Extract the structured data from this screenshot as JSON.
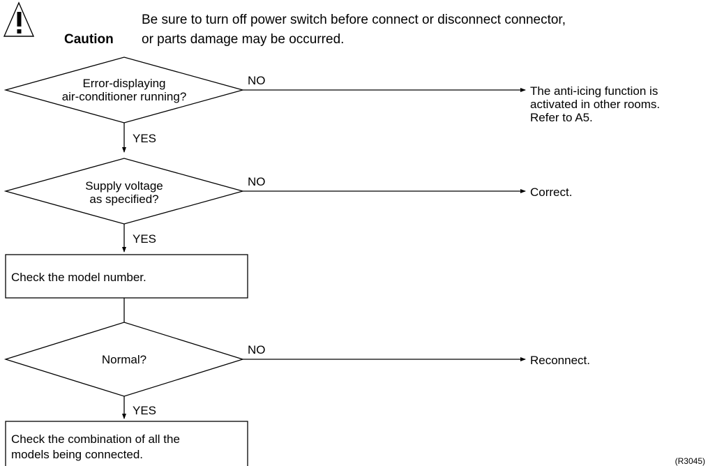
{
  "caution": {
    "label": "Caution",
    "icon": "warning-triangle-icon",
    "lines": [
      "Be sure to turn off power switch before connect or disconnect connector,",
      "or parts damage may be occurred."
    ]
  },
  "decisions": [
    {
      "lines": [
        "Error-displaying",
        "air-conditioner running?"
      ],
      "no_label": "NO",
      "yes_label": "YES",
      "no_result": [
        "The anti-icing function is",
        "activated in other rooms.",
        "Refer to A5."
      ]
    },
    {
      "lines": [
        "Supply voltage",
        "as specified?"
      ],
      "no_label": "NO",
      "yes_label": "YES",
      "no_result": [
        "Correct."
      ]
    },
    {
      "lines": [
        "Normal?"
      ],
      "no_label": "NO",
      "yes_label": "YES",
      "no_result": [
        "Reconnect."
      ]
    }
  ],
  "boxes": [
    {
      "lines": [
        "Check the model number."
      ]
    },
    {
      "lines": [
        "Check the combination of all the",
        "models being connected."
      ]
    }
  ],
  "figure_id": "(R3045)"
}
